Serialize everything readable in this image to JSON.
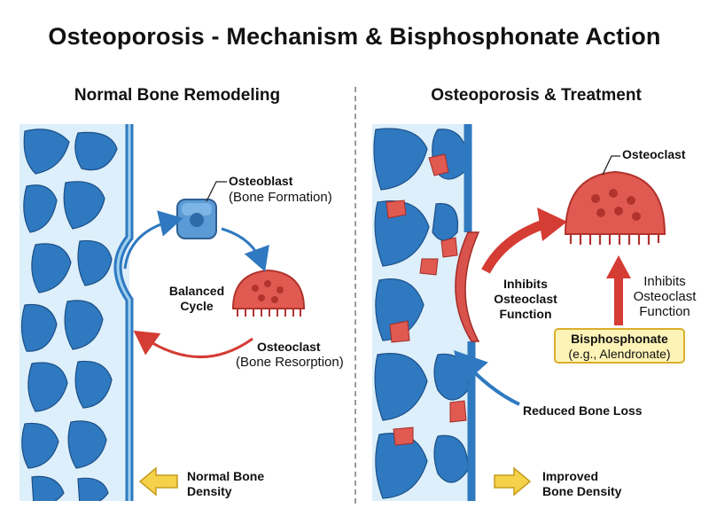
{
  "title": "Osteoporosis - Mechanism & Bisphosphonate Action",
  "left_panel": {
    "heading": "Normal Bone Remodeling",
    "osteoblast": {
      "name": "Osteoblast",
      "role": "(Bone Formation)"
    },
    "cycle": [
      "Balanced",
      "Cycle"
    ],
    "osteoclast": {
      "name": "Osteoclast",
      "role": "(Bone Resorption)"
    },
    "density": [
      "Normal Bone",
      "Density"
    ]
  },
  "right_panel": {
    "heading": "Osteoporosis & Treatment",
    "osteoclast": "Osteoclast",
    "inhibits_left": [
      "Inhibits",
      "Osteoclast",
      "Function"
    ],
    "inhibits_right": [
      "Inhibits",
      "Osteoclast",
      "Function"
    ],
    "drug": {
      "name": "Bisphosphonate",
      "example": "(e.g., Alendronate)"
    },
    "reduced_loss": "Reduced Bone Loss",
    "density": [
      "Improved",
      "Bone Density"
    ]
  },
  "colors": {
    "bone_blue": "#2f79c0",
    "bone_light": "#dceffa",
    "osteoclast_red": "#e05a52",
    "arrow_red": "#d43c34",
    "osteoblast_blue": "#5b9bd5",
    "highlight_yellow": "#fdf3b6"
  },
  "icons": [
    "osteoblast-cell-icon",
    "osteoclast-cell-icon",
    "yellow-arrow-icon"
  ]
}
